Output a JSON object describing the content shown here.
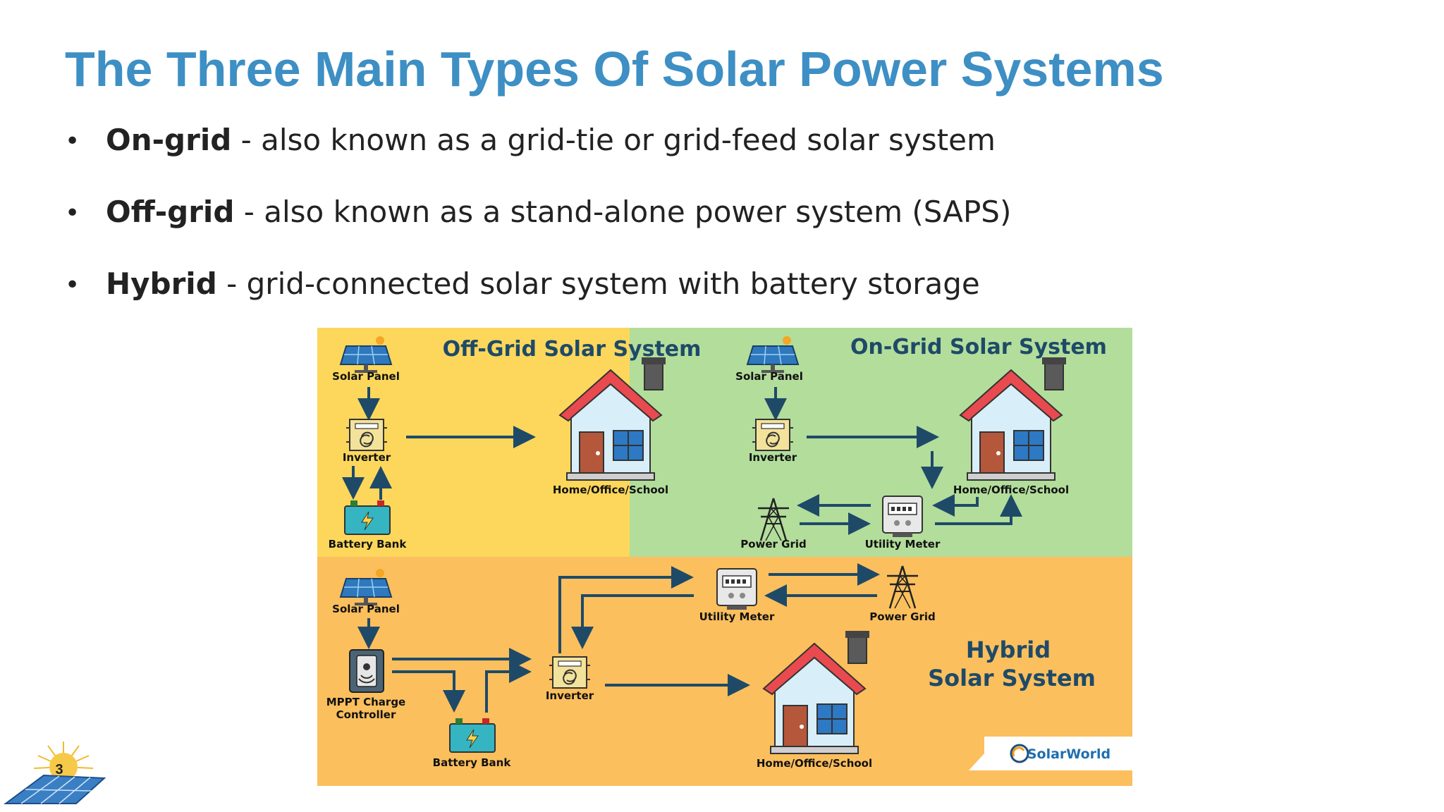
{
  "slide": {
    "title": "The Three Main Types Of Solar Power Systems",
    "bullets": [
      {
        "term": "On-grid",
        "text": " - also known as a grid-tie or grid-feed solar system"
      },
      {
        "term": "Off-grid",
        "text": " - also known as a stand-alone power system (SAPS)"
      },
      {
        "term": "Hybrid",
        "text": " - grid-connected solar system with battery storage"
      }
    ],
    "page_number": "3"
  },
  "diagram": {
    "offgrid": {
      "title": "Off-Grid Solar System",
      "solar_panel": "Solar Panel",
      "inverter": "Inverter",
      "battery": "Battery Bank",
      "home": "Home/Office/School"
    },
    "ongrid": {
      "title": "On-Grid Solar System",
      "solar_panel": "Solar Panel",
      "inverter": "Inverter",
      "home": "Home/Office/School",
      "power_grid": "Power Grid",
      "utility_meter": "Utility Meter"
    },
    "hybrid": {
      "title_line1": "Hybrid",
      "title_line2": "Solar System",
      "solar_panel": "Solar Panel",
      "mppt_line1": "MPPT Charge",
      "mppt_line2": "Controller",
      "battery": "Battery Bank",
      "inverter": "Inverter",
      "utility_meter": "Utility Meter",
      "power_grid": "Power Grid",
      "home": "Home/Office/School"
    },
    "brand": "SolarWorld"
  },
  "colors": {
    "title": "#3d8fc4",
    "offgrid_bg": "#fcd75c",
    "ongrid_bg": "#b3dd9b",
    "hybrid_bg": "#fbbf5d",
    "arrow": "#1e4a68"
  }
}
